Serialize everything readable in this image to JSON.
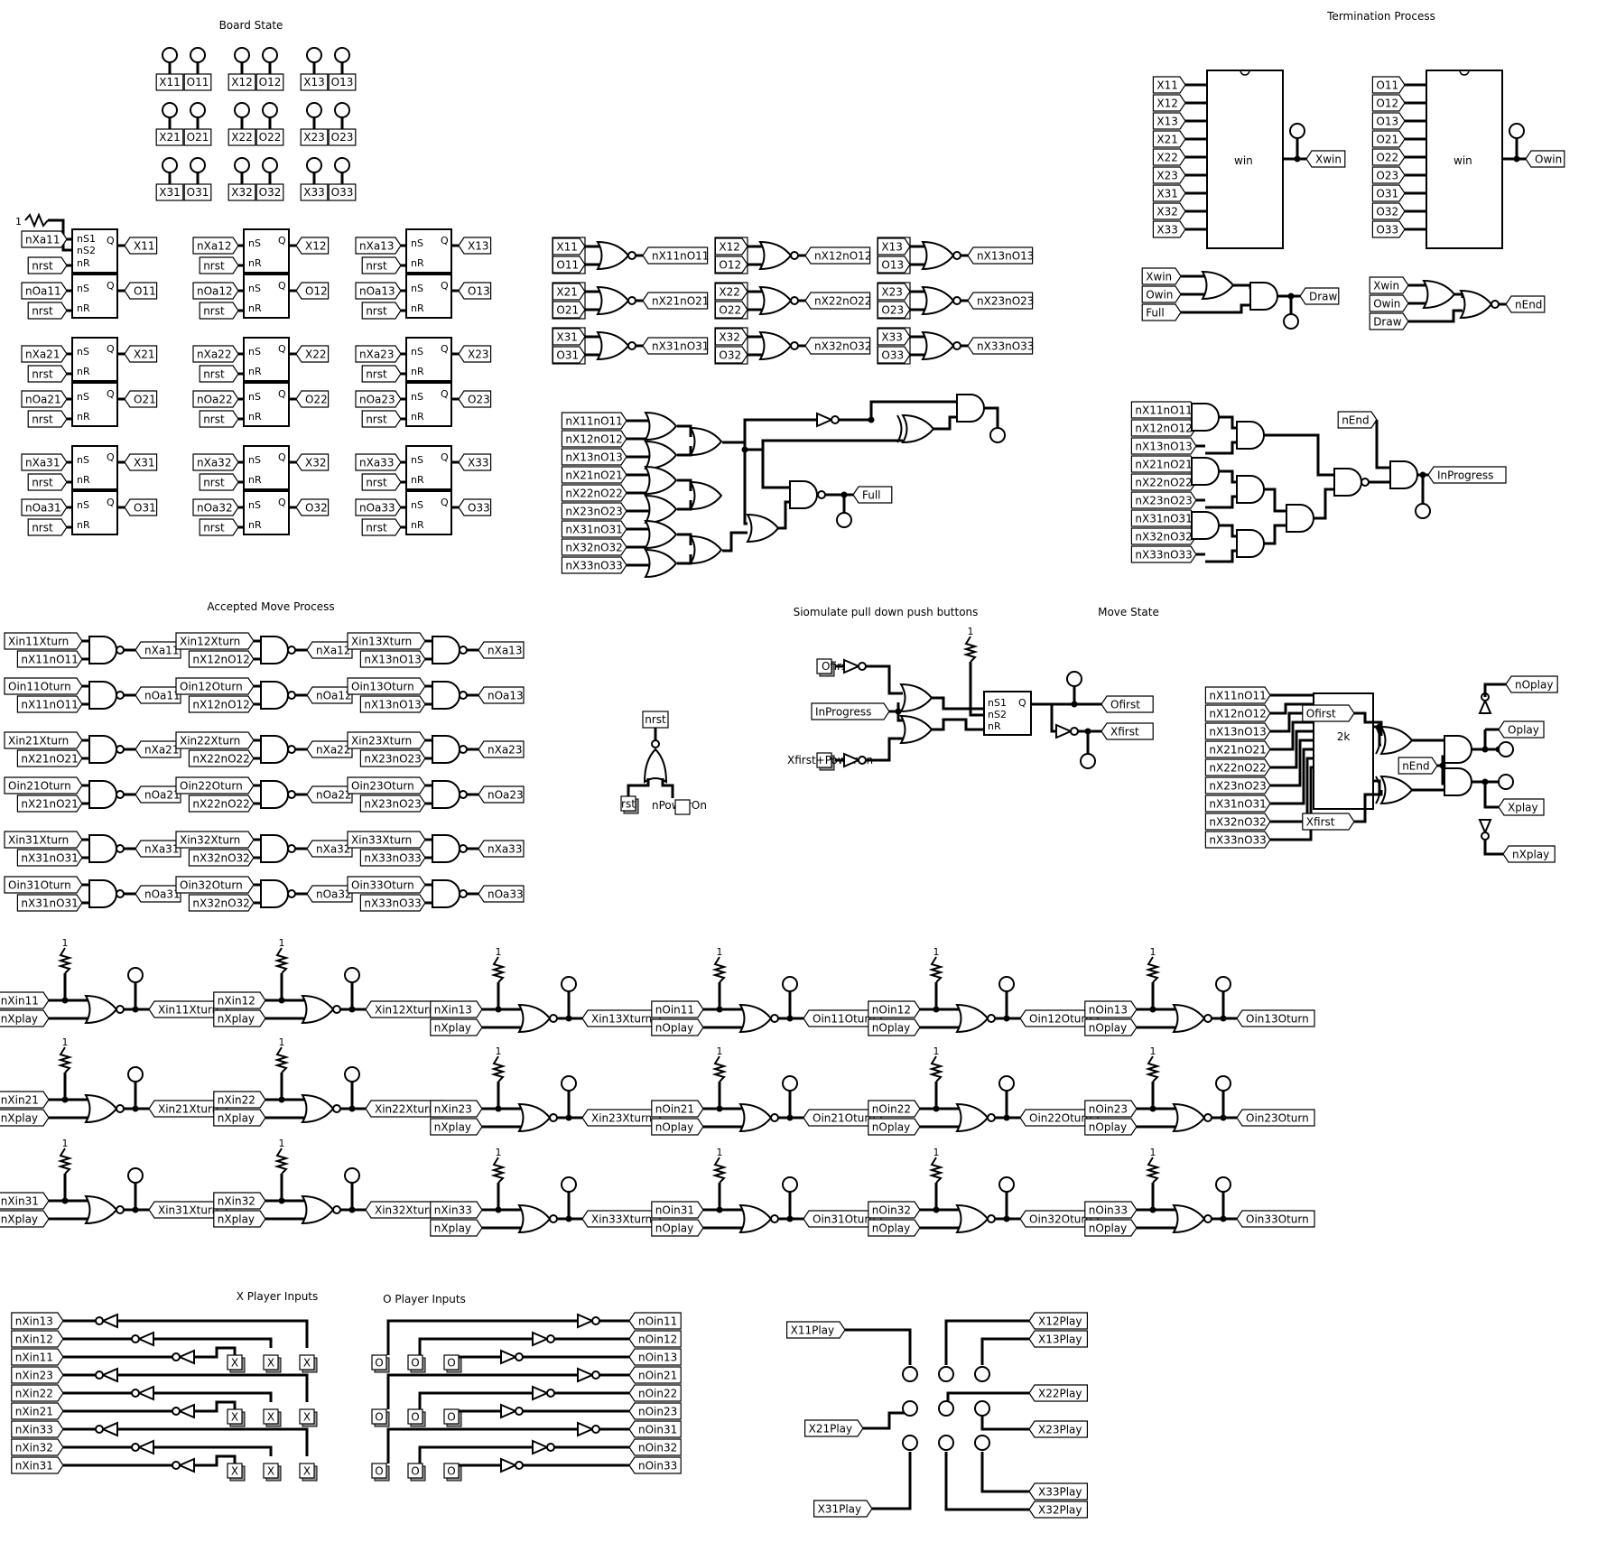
{
  "titles": {
    "board_state": "Board State",
    "termination": "Termination Process",
    "accepted_move": "Accepted Move Process",
    "pulldown": "Siomulate pull down push buttons",
    "move_state": "Move State",
    "x_inputs": "X Player Inputs",
    "o_inputs": "O Player Inputs"
  },
  "board_leds": [
    [
      "X11",
      "O11"
    ],
    [
      "X12",
      "O12"
    ],
    [
      "X13",
      "O13"
    ],
    [
      "X21",
      "O21"
    ],
    [
      "X22",
      "O22"
    ],
    [
      "X23",
      "O23"
    ],
    [
      "X31",
      "O31"
    ],
    [
      "X32",
      "O32"
    ],
    [
      "X33",
      "O33"
    ]
  ],
  "latches": [
    {
      "set": "nXa11",
      "out": "X11",
      "first": true
    },
    {
      "set": "nOa11",
      "out": "O11"
    },
    {
      "set": "nXa12",
      "out": "X12"
    },
    {
      "set": "nOa12",
      "out": "O12"
    },
    {
      "set": "nXa13",
      "out": "X13"
    },
    {
      "set": "nOa13",
      "out": "O13"
    },
    {
      "set": "nXa21",
      "out": "X21"
    },
    {
      "set": "nOa21",
      "out": "O21"
    },
    {
      "set": "nXa22",
      "out": "X22"
    },
    {
      "set": "nOa22",
      "out": "O22"
    },
    {
      "set": "nXa23",
      "out": "X23"
    },
    {
      "set": "nOa23",
      "out": "O23"
    },
    {
      "set": "nXa31",
      "out": "X31"
    },
    {
      "set": "nOa31",
      "out": "O31"
    },
    {
      "set": "nXa32",
      "out": "X32"
    },
    {
      "set": "nOa32",
      "out": "O32"
    },
    {
      "set": "nXa33",
      "out": "X33"
    },
    {
      "set": "nOa33",
      "out": "O33"
    }
  ],
  "latch_labels": {
    "rst": "nrst",
    "s": "nS",
    "s1": "nS1",
    "s2": "nS2",
    "r": "nR",
    "q": "Q",
    "one": "1"
  },
  "nor_cells": [
    {
      "a": "X11",
      "b": "O11",
      "out": "nX11nO11"
    },
    {
      "a": "X12",
      "b": "O12",
      "out": "nX12nO12"
    },
    {
      "a": "X13",
      "b": "O13",
      "out": "nX13nO13"
    },
    {
      "a": "X21",
      "b": "O21",
      "out": "nX21nO21"
    },
    {
      "a": "X22",
      "b": "O22",
      "out": "nX22nO22"
    },
    {
      "a": "X23",
      "b": "O23",
      "out": "nX23nO23"
    },
    {
      "a": "X31",
      "b": "O31",
      "out": "nX31nO31"
    },
    {
      "a": "X32",
      "b": "O32",
      "out": "nX32nO32"
    },
    {
      "a": "X33",
      "b": "O33",
      "out": "nX33nO33"
    }
  ],
  "full_inputs": [
    "nX11nO11",
    "nX12nO12",
    "nX13nO13",
    "nX21nO21",
    "nX22nO22",
    "nX23nO23",
    "nX31nO31",
    "nX32nO32",
    "nX33nO33"
  ],
  "full_label": "Full",
  "inprog_inputs": [
    "nX11nO11",
    "nX12nO12",
    "nX13nO13",
    "nX21nO21",
    "nX22nO22",
    "nX23nO23",
    "nX31nO31",
    "nX32nO32",
    "nX33nO33"
  ],
  "inprog_labels": {
    "end": "nEnd",
    "out": "InProgress"
  },
  "win_x": {
    "inputs": [
      "X11",
      "X12",
      "X13",
      "X21",
      "X22",
      "X23",
      "X31",
      "X32",
      "X33"
    ],
    "chip": "win",
    "out": "Xwin"
  },
  "win_o": {
    "inputs": [
      "O11",
      "O12",
      "O13",
      "O21",
      "O22",
      "O23",
      "O31",
      "O32",
      "O33"
    ],
    "chip": "win",
    "out": "Owin"
  },
  "draw_block": {
    "inputs": [
      "Xwin",
      "Owin",
      "Full"
    ],
    "out": "Draw"
  },
  "end_block": {
    "inputs": [
      "Xwin",
      "Owin",
      "Draw"
    ],
    "out": "nEnd"
  },
  "accept_gates": [
    {
      "a": "Xin11Xturn",
      "b": "nX11nO11",
      "out": "nXa11"
    },
    {
      "a": "Xin12Xturn",
      "b": "nX12nO12",
      "out": "nXa12"
    },
    {
      "a": "Xin13Xturn",
      "b": "nX13nO13",
      "out": "nXa13"
    },
    {
      "a": "Oin11Oturn",
      "b": "nX11nO11",
      "out": "nOa11"
    },
    {
      "a": "Oin12Oturn",
      "b": "nX12nO12",
      "out": "nOa12"
    },
    {
      "a": "Oin13Oturn",
      "b": "nX13nO13",
      "out": "nOa13"
    },
    {
      "a": "Xin21Xturn",
      "b": "nX21nO21",
      "out": "nXa21"
    },
    {
      "a": "Xin22Xturn",
      "b": "nX22nO22",
      "out": "nXa22"
    },
    {
      "a": "Xin23Xturn",
      "b": "nX23nO23",
      "out": "nXa23"
    },
    {
      "a": "Oin21Oturn",
      "b": "nX21nO21",
      "out": "nOa21"
    },
    {
      "a": "Oin22Oturn",
      "b": "nX22nO22",
      "out": "nOa22"
    },
    {
      "a": "Oin23Oturn",
      "b": "nX23nO23",
      "out": "nOa23"
    },
    {
      "a": "Xin31Xturn",
      "b": "nX31nO31",
      "out": "nXa31"
    },
    {
      "a": "Xin32Xturn",
      "b": "nX32nO32",
      "out": "nXa32"
    },
    {
      "a": "Xin33Xturn",
      "b": "nX33nO33",
      "out": "nXa33"
    },
    {
      "a": "Oin31Oturn",
      "b": "nX31nO31",
      "out": "nOa31"
    },
    {
      "a": "Oin32Oturn",
      "b": "nX32nO32",
      "out": "nOa32"
    },
    {
      "a": "Oin33Oturn",
      "b": "nX33nO33",
      "out": "nOa33"
    }
  ],
  "reset_block": {
    "top": "nrst",
    "btn": "rst",
    "power": "nPowerOn"
  },
  "pulldown_block": {
    "ofirst": "Ofirst",
    "inprog": "InProgress",
    "xfirst": "Xfirst+PowerOn",
    "s1": "nS1",
    "s2": "nS2",
    "r": "nR",
    "q": "Q",
    "out1": "Ofirst",
    "out2": "Xfirst",
    "one": "1"
  },
  "move_state": {
    "inputs": [
      "nX11nO11",
      "nX12nO12",
      "nX13nO13",
      "nX21nO21",
      "nX22nO22",
      "nX23nO23",
      "nX31nO31",
      "nX32nO32",
      "nX33nO33"
    ],
    "chip": "2k",
    "ofirst": "Ofirst",
    "xfirst": "Xfirst",
    "end": "nEnd",
    "outs": [
      "nOplay",
      "Oplay",
      "Xplay",
      "nXplay"
    ]
  },
  "turn_cells": [
    {
      "in": "nXin11",
      "play": "nXplay",
      "out": "Xin11Xturn"
    },
    {
      "in": "nXin12",
      "play": "nXplay",
      "out": "Xin12Xturn"
    },
    {
      "in": "nXin13",
      "play": "nXplay",
      "out": "Xin13Xturn"
    },
    {
      "in": "nOin11",
      "play": "nOplay",
      "out": "Oin11Oturn"
    },
    {
      "in": "nOin12",
      "play": "nOplay",
      "out": "Oin12Oturn"
    },
    {
      "in": "nOin13",
      "play": "nOplay",
      "out": "Oin13Oturn"
    },
    {
      "in": "nXin21",
      "play": "nXplay",
      "out": "Xin21Xturn"
    },
    {
      "in": "nXin22",
      "play": "nXplay",
      "out": "Xin22Xturn"
    },
    {
      "in": "nXin23",
      "play": "nXplay",
      "out": "Xin23Xturn"
    },
    {
      "in": "nOin21",
      "play": "nOplay",
      "out": "Oin21Oturn"
    },
    {
      "in": "nOin22",
      "play": "nOplay",
      "out": "Oin22Oturn"
    },
    {
      "in": "nOin23",
      "play": "nOplay",
      "out": "Oin23Oturn"
    },
    {
      "in": "nXin31",
      "play": "nXplay",
      "out": "Xin31Xturn"
    },
    {
      "in": "nXin32",
      "play": "nXplay",
      "out": "Xin32Xturn"
    },
    {
      "in": "nXin33",
      "play": "nXplay",
      "out": "Xin33Xturn"
    },
    {
      "in": "nOin31",
      "play": "nOplay",
      "out": "Oin31Oturn"
    },
    {
      "in": "nOin32",
      "play": "nOplay",
      "out": "Oin32Oturn"
    },
    {
      "in": "nOin33",
      "play": "nOplay",
      "out": "Oin33Oturn"
    }
  ],
  "x_input_tunnels": [
    "nXin13",
    "nXin12",
    "nXin11",
    "nXin23",
    "nXin22",
    "nXin21",
    "nXin33",
    "nXin32",
    "nXin31"
  ],
  "o_input_tunnels": [
    "nOin11",
    "nOin12",
    "nOin13",
    "nOin21",
    "nOin22",
    "nOin23",
    "nOin31",
    "nOin32",
    "nOin33"
  ],
  "x_button": "X",
  "o_button": "O",
  "play_left": [
    "X11Play",
    "X21Play",
    "X31Play"
  ],
  "play_right": [
    "X12Play",
    "X13Play",
    "X22Play",
    "X23Play",
    "X33Play",
    "X32Play"
  ]
}
